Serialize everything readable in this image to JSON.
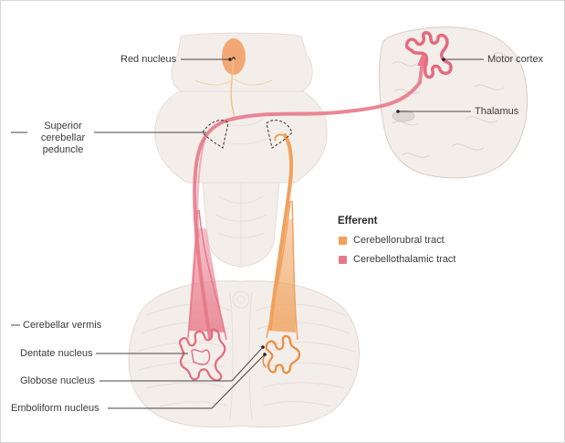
{
  "labels": {
    "red_nucleus": "Red nucleus",
    "motor_cortex": "Motor cortex",
    "thalamus": "Thalamus",
    "superior_cerebellar_peduncle": [
      "Superior",
      "cerebellar",
      "peduncle"
    ],
    "cerebellar_vermis": "Cerebellar vermis",
    "dentate_nucleus": "Dentate nucleus",
    "globose_nucleus": "Globose nucleus",
    "emboliform_nucleus": "Emboliform nucleus"
  },
  "legend": {
    "title": "Efferent",
    "items": [
      {
        "label": "Cerebellorubral tract",
        "color": "#f0a15c"
      },
      {
        "label": "Cerebellothalamic tract",
        "color": "#e8798a"
      }
    ]
  },
  "colors": {
    "orange_tract": "#f0a15c",
    "pink_tract": "#e8798a",
    "anatomy_fill": "#f3ece8",
    "anatomy_stroke": "#e3d8d2",
    "leader_line": "#444444"
  }
}
